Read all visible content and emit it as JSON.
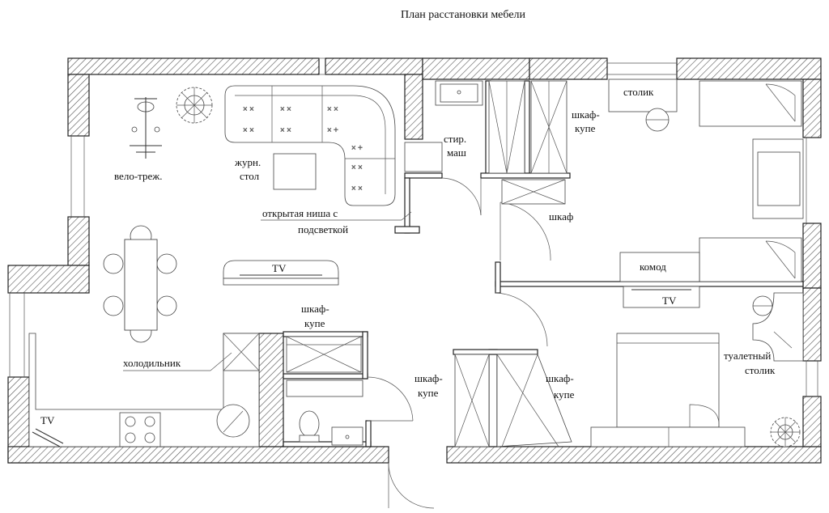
{
  "title": "План расстановки мебели",
  "labels": {
    "exercise_bike": "вело-треж.",
    "coffee_table_1": "журн.",
    "coffee_table_2": "стол",
    "open_niche_1": "открытая ниша с",
    "open_niche_2": "подсветкой",
    "washer_1": "стир.",
    "washer_2": "маш",
    "wardrobe_top_1": "шкаф-",
    "wardrobe_top_2": "купе",
    "small_table": "столик",
    "cabinet": "шкаф",
    "tv_living": "TV",
    "chest": "комод",
    "tv_bedroom": "TV",
    "wardrobe_hall_1": "шкаф-",
    "wardrobe_hall_2": "купе",
    "fridge": "холодильник",
    "wardrobe_bl_1": "шкаф-",
    "wardrobe_bl_2": "купе",
    "wardrobe_br_1": "шкаф-",
    "wardrobe_br_2": "купе",
    "dressing_1": "туалетный",
    "dressing_2": "столик",
    "tv_kitchen": "TV"
  },
  "colors": {
    "line": "#222222",
    "hatch": "#555555",
    "background": "#ffffff"
  }
}
